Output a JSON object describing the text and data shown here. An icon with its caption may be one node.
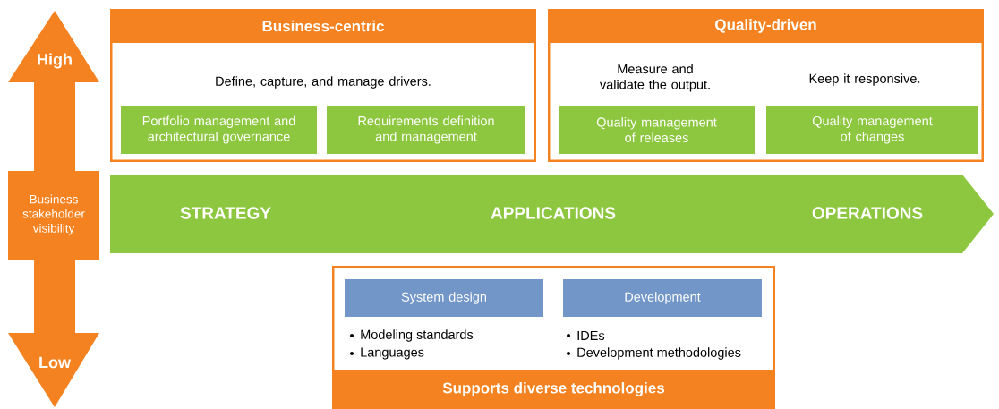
{
  "diagram": {
    "nodes": [
      {
        "text": [
          "Business-centric",
          "Define, capture, and manage drivers."
        ]
      },
      {
        "text": [
          "Portfolio management and architectural governance"
        ],
        "in": 0
      },
      {
        "text": [
          "Requirements definition and management"
        ],
        "in": 0
      },
      {
        "text": [
          "Quality-driven",
          "Measure and validate the output.",
          "Keep it responsive."
        ]
      },
      {
        "text": [
          "Quality management of releases"
        ],
        "in": 3
      },
      {
        "text": [
          "Quality management of changes"
        ],
        "in": 3
      },
      {
        "text": [
          "STRATEGY",
          "APPLICATIONS",
          "OPERATIONS"
        ]
      },
      {
        "text": [
          "Modeling standards",
          "Languages",
          "IDEs",
          "Development methodologies",
          "Supports diverse technologies"
        ]
      },
      {
        "text": [
          "System design"
        ],
        "in": 7
      },
      {
        "text": [
          "Development"
        ],
        "in": 7
      },
      {
        "text": [
          "High",
          "Business stakeholder visibility",
          "Low"
        ]
      }
    ]
  }
}
